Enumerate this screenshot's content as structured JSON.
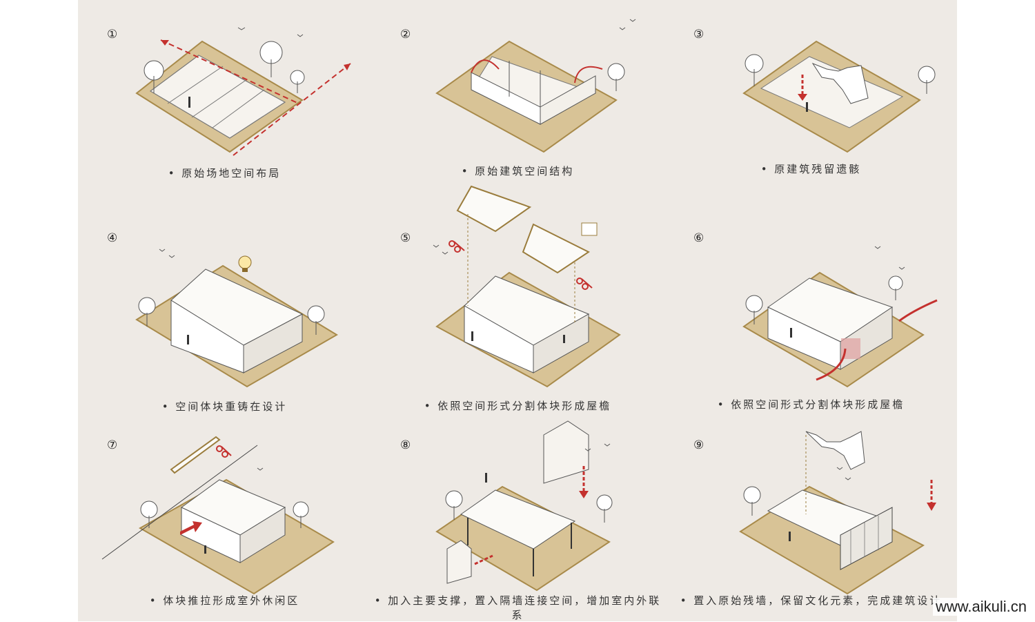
{
  "panels": [
    {
      "number": "①",
      "caption": "• 原始场地空间布局"
    },
    {
      "number": "②",
      "caption": "• 原始建筑空间结构"
    },
    {
      "number": "③",
      "caption": "• 原建筑残留遗骸"
    },
    {
      "number": "④",
      "caption": "• 空间体块重铸在设计"
    },
    {
      "number": "⑤",
      "caption": "• 依照空间形式分割体块形成屋檐"
    },
    {
      "number": "⑥",
      "caption": "• 依照空间形式分割体块形成屋檐"
    },
    {
      "number": "⑦",
      "caption": "• 体块推拉形成室外休闲区"
    },
    {
      "number": "⑧",
      "caption": "• 加入主要支撑，置入隔墙连接空间，增加室内外联系"
    },
    {
      "number": "⑨",
      "caption": "• 置入原始残墙，保留文化元素，完成建筑设计"
    }
  ],
  "watermark": "www.aikuli.cn",
  "colors": {
    "plate": "#d8c396",
    "plate_edge": "#a88a4a",
    "accent_red": "#c4312e",
    "gold_line": "#9a7c3c",
    "paper": "#eeeae5"
  },
  "icons": [
    "tree-icon",
    "person-icon",
    "bird-icon",
    "lightbulb-icon",
    "scissors-icon",
    "hand-icon",
    "arrow-icon"
  ]
}
